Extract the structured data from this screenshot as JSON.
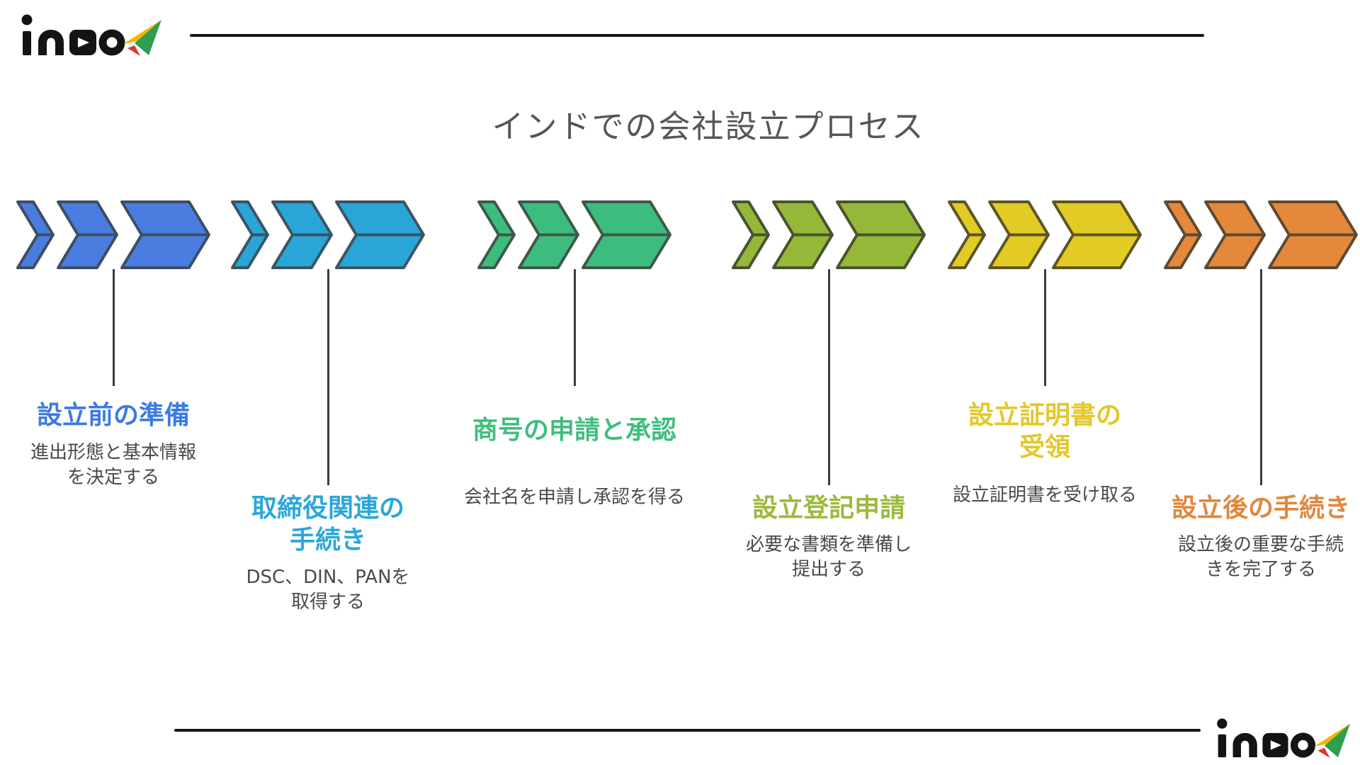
{
  "brand": {
    "name": "inDO",
    "colors": {
      "black": "#141414",
      "yellow": "#F2B707",
      "green": "#2E9E4F",
      "red": "#D63B2F"
    }
  },
  "main_title": "インドでの会社設立プロセス",
  "colors": {
    "main_title_text": "#565656",
    "description_text": "#4a4a4a",
    "rule": "#141414",
    "connector_line": "#3c3c3c"
  },
  "steps": [
    {
      "title_lines": [
        "設立前の準備"
      ],
      "desc_lines": [
        "進出形態と基本情報",
        "を決定する"
      ],
      "accent": "#3D7BDF",
      "chevron_fill": "#4A7DE0",
      "chevron_stroke": "#3D4E63"
    },
    {
      "title_lines": [
        "取締役関連の",
        "手続き"
      ],
      "desc_lines": [
        "DSC、DIN、PANを",
        "取得する"
      ],
      "accent": "#2BA7DA",
      "chevron_fill": "#29A5D8",
      "chevron_stroke": "#3A5562"
    },
    {
      "title_lines": [
        "商号の申請と承認"
      ],
      "desc_lines": [
        "会社名を申請し承認を得る"
      ],
      "accent": "#3FBE7E",
      "chevron_fill": "#3DBD7D",
      "chevron_stroke": "#3E584B"
    },
    {
      "title_lines": [
        "設立登記申請"
      ],
      "desc_lines": [
        "必要な書類を準備し",
        "提出する"
      ],
      "accent": "#9BBA3C",
      "chevron_fill": "#95B838",
      "chevron_stroke": "#49532F"
    },
    {
      "title_lines": [
        "設立証明書の",
        "受領"
      ],
      "desc_lines": [
        "設立証明書を受け取る"
      ],
      "accent": "#E3C72B",
      "chevron_fill": "#E2CB25",
      "chevron_stroke": "#5E5524"
    },
    {
      "title_lines": [
        "設立後の手続き"
      ],
      "desc_lines": [
        "設立後の重要な手続",
        "きを完了する"
      ],
      "accent": "#E0883C",
      "chevron_fill": "#E4883B",
      "chevron_stroke": "#5E4931"
    }
  ]
}
